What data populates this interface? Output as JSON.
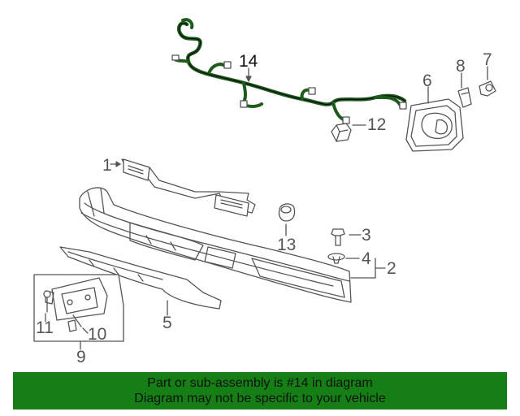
{
  "callouts": {
    "c1": "1",
    "c2": "2",
    "c3": "3",
    "c4": "4",
    "c5": "5",
    "c6": "6",
    "c7": "7",
    "c8": "8",
    "c9": "9",
    "c10": "10",
    "c11": "11",
    "c12": "12",
    "c13": "13",
    "c14": "14"
  },
  "banner": {
    "line1": "Part or sub-assembly is #14 in diagram",
    "line2": "Diagram may not be specific to your vehicle"
  },
  "colors": {
    "harness": "#1e5a1e",
    "banner_bg": "#157f15",
    "line_art": "#555555"
  }
}
